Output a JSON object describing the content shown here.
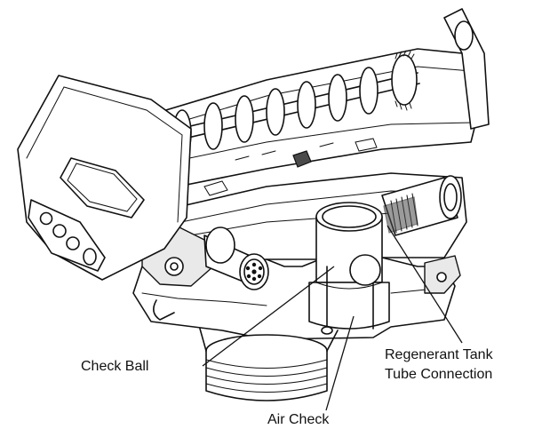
{
  "diagram": {
    "labels": {
      "check_ball": "Check Ball",
      "air_check": "Air Check",
      "regenerant_line1": "Regenerant Tank",
      "regenerant_line2": "Tube Connection"
    }
  }
}
